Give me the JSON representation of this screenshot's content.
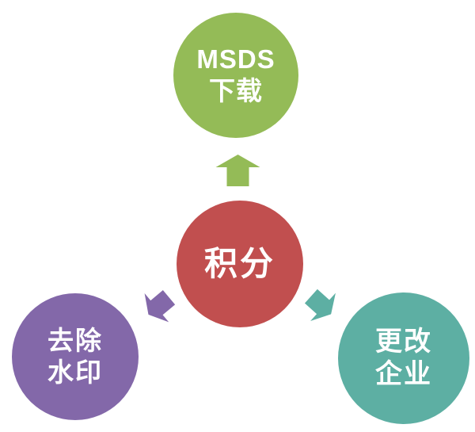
{
  "diagram": {
    "description": "Radial benefits diagram: center credits circle pointing to three feature circles",
    "nodes": {
      "center": {
        "label": "积分",
        "color": "#c14f4f"
      },
      "top": {
        "line1": "MSDS",
        "line2": "下载",
        "color": "#94bb57"
      },
      "bottom_left": {
        "line1": "去除",
        "line2": "水印",
        "color": "#8368a9"
      },
      "bottom_right": {
        "line1": "更改",
        "line2": "企业",
        "color": "#5dafa3"
      }
    },
    "arrows": {
      "up": {
        "direction": "up",
        "color": "#94bb57"
      },
      "down_left": {
        "direction": "down-left",
        "color": "#8368a9"
      },
      "down_right": {
        "direction": "down-right",
        "color": "#5dafa3"
      }
    },
    "text_color": "#ffffff",
    "background_color": "#ffffff"
  }
}
